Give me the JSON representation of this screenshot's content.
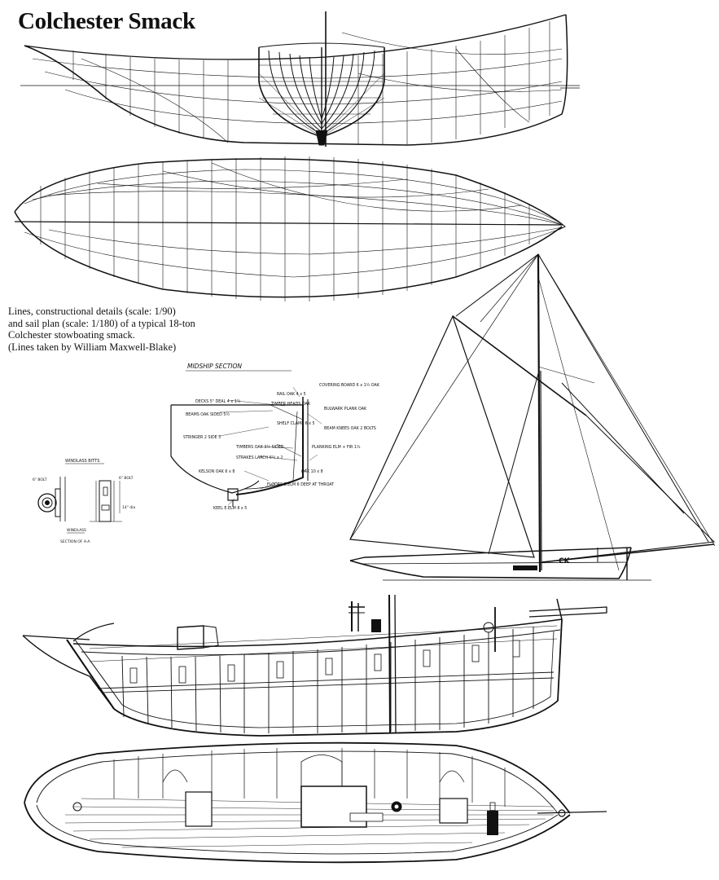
{
  "title": "Colchester Smack",
  "caption": {
    "line1": "Lines, constructional details (scale: 1/90)",
    "line2": "and sail plan (scale: 1/180) of a typical 18-ton",
    "line3": "Colchester stowboating smack.",
    "line4": "(Lines taken by William Maxwell-Blake)"
  },
  "midship": {
    "heading": "MIDSHIP SECTION",
    "labels": {
      "covering_board": "COVERING BOARD 6 x 1½ OAK",
      "rail": "RAIL OAK 4 x 5",
      "deck": "DECKS 5\" DEAL 4 x 1½",
      "timber_heads": "TIMBER HEADS OAK",
      "bulwark": "BULWARK PLANK OAK",
      "beams": "BEAMS OAK SIDED 5½",
      "shelf_clamp": "SHELF CLAMP 6 x 5",
      "beam_knees": "BEAM KNEES OAK 2 BOLTS",
      "stringer": "STRINGER 2 SIDE 5",
      "timbers": "TIMBERS OAK 3½ SIDED",
      "strakes": "STRAKES LARCH 6½ x 2",
      "planking": "PLANKING ELM + FIR 1¾",
      "keelson": "KELSON OAK 6 x 8",
      "oak": "OAK 10 x 8",
      "floors": "FLOORS E.ELM 6 DEEP AT THROAT",
      "keel": "KEEL E.ELM 8 x 5"
    }
  },
  "windlass": {
    "bitts_label": "WINDLASS BITTS",
    "section_label": "WINDLASS",
    "section_sub": "SECTION OF A-A",
    "dim1": "6\" BOLT",
    "dim2": "6\" BOLT",
    "dim3": "14\" dia"
  },
  "sail_plan": {
    "hull_mark": "CK"
  }
}
